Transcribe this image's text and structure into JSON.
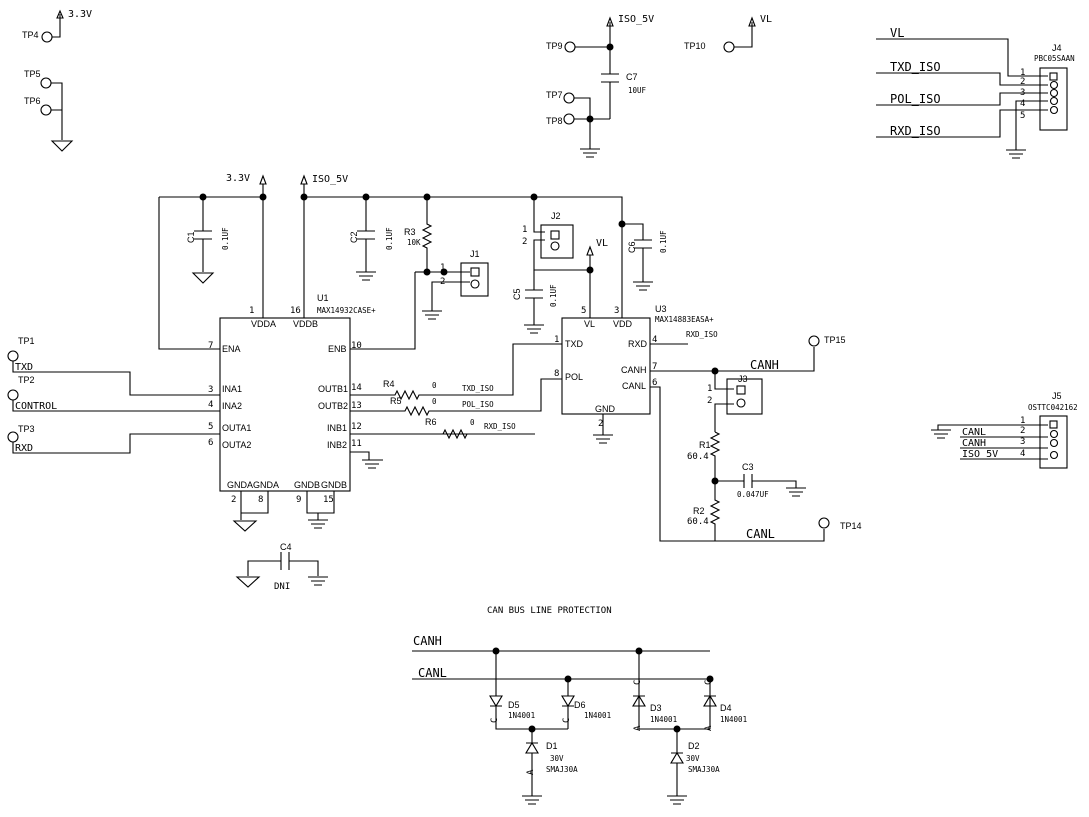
{
  "test_points": {
    "tp4": "TP4",
    "tp5": "TP5",
    "tp6": "TP6",
    "tp9": "TP9",
    "tp7": "TP7",
    "tp8": "TP8",
    "tp10": "TP10",
    "tp1": "TP1",
    "tp2": "TP2",
    "tp3": "TP3",
    "tp15": "TP15",
    "tp14": "TP14"
  },
  "nets": {
    "v33": "3.3V",
    "iso5v": "ISO_5V",
    "vl": "VL",
    "txd": "TXD",
    "control": "CONTROL",
    "rxd": "RXD",
    "txd_iso": "TXD_ISO",
    "pol_iso": "POL_ISO",
    "rxd_iso": "RXD_ISO",
    "canh": "CANH",
    "canl": "CANL"
  },
  "u1": {
    "ref": "U1",
    "part": "MAX14932CASE+",
    "pins": {
      "vdda": "VDDA",
      "vddb": "VDDB",
      "ena": "ENA",
      "enb": "ENB",
      "ina1": "INA1",
      "ina2": "INA2",
      "outa1": "OUTA1",
      "outa2": "OUTA2",
      "outb1": "OUTB1",
      "outb2": "OUTB2",
      "inb1": "INB1",
      "inb2": "INB2",
      "gnda1": "GNDA",
      "gnda2": "GNDA",
      "gndb1": "GNDB",
      "gndb2": "GNDB"
    },
    "nums": {
      "n1": "1",
      "n16": "16",
      "n7": "7",
      "n10": "10",
      "n3": "3",
      "n4": "4",
      "n5": "5",
      "n6": "6",
      "n14": "14",
      "n13": "13",
      "n12": "12",
      "n11": "11",
      "n2": "2",
      "n8": "8",
      "n9": "9",
      "n15": "15"
    }
  },
  "u3": {
    "ref": "U3",
    "part": "MAX14883EASA+",
    "pins": {
      "vl": "VL",
      "vdd": "VDD",
      "txd": "TXD",
      "pol": "POL",
      "rxd": "RXD",
      "canh": "CANH",
      "canl": "CANL",
      "gnd": "GND"
    },
    "nums": {
      "n5": "5",
      "n3": "3",
      "n1": "1",
      "n8": "8",
      "n4": "4",
      "n7": "7",
      "n6": "6",
      "n2": "2"
    }
  },
  "passives": {
    "c1": {
      "ref": "C1",
      "val": "0.1UF"
    },
    "c2": {
      "ref": "C2",
      "val": "0.1UF"
    },
    "c5": {
      "ref": "C5",
      "val": "0.1UF"
    },
    "c6": {
      "ref": "C6",
      "val": "0.1UF"
    },
    "c7": {
      "ref": "C7",
      "val": "10UF"
    },
    "c3": {
      "ref": "C3",
      "val": "0.047UF"
    },
    "c4": {
      "ref": "C4",
      "val": "DNI"
    },
    "r3": {
      "ref": "R3",
      "val": "10K"
    },
    "r4": {
      "ref": "R4",
      "val": "0"
    },
    "r5": {
      "ref": "R5",
      "val": "0"
    },
    "r6": {
      "ref": "R6",
      "val": "0"
    },
    "r1": {
      "ref": "R1",
      "val": "60.4"
    },
    "r2": {
      "ref": "R2",
      "val": "60.4"
    }
  },
  "jumpers": {
    "j1": "J1",
    "j2": "J2",
    "j3": "J3"
  },
  "connectors": {
    "j4": {
      "ref": "J4",
      "part": "PBC05SAAN",
      "pins": [
        "1",
        "2",
        "3",
        "4",
        "5"
      ]
    },
    "j5": {
      "ref": "J5",
      "part": "OSTTC042162",
      "pins": [
        "1",
        "2",
        "3",
        "4"
      ]
    }
  },
  "pin_numbers": {
    "one": "1",
    "two": "2"
  },
  "protection": {
    "title": "CAN BUS LINE PROTECTION",
    "d5": {
      "ref": "D5",
      "val": "1N4001"
    },
    "d6": {
      "ref": "D6",
      "val": "1N4001"
    },
    "d3": {
      "ref": "D3",
      "val": "1N4001"
    },
    "d4": {
      "ref": "D4",
      "val": "1N4001"
    },
    "d1": {
      "ref": "D1",
      "val": "30V",
      "part": "SMAJ30A"
    },
    "d2": {
      "ref": "D2",
      "val": "30V",
      "part": "SMAJ30A"
    },
    "anode": "A",
    "cathode": "C"
  },
  "colors": {
    "ink": "#000000",
    "background": "#ffffff"
  }
}
